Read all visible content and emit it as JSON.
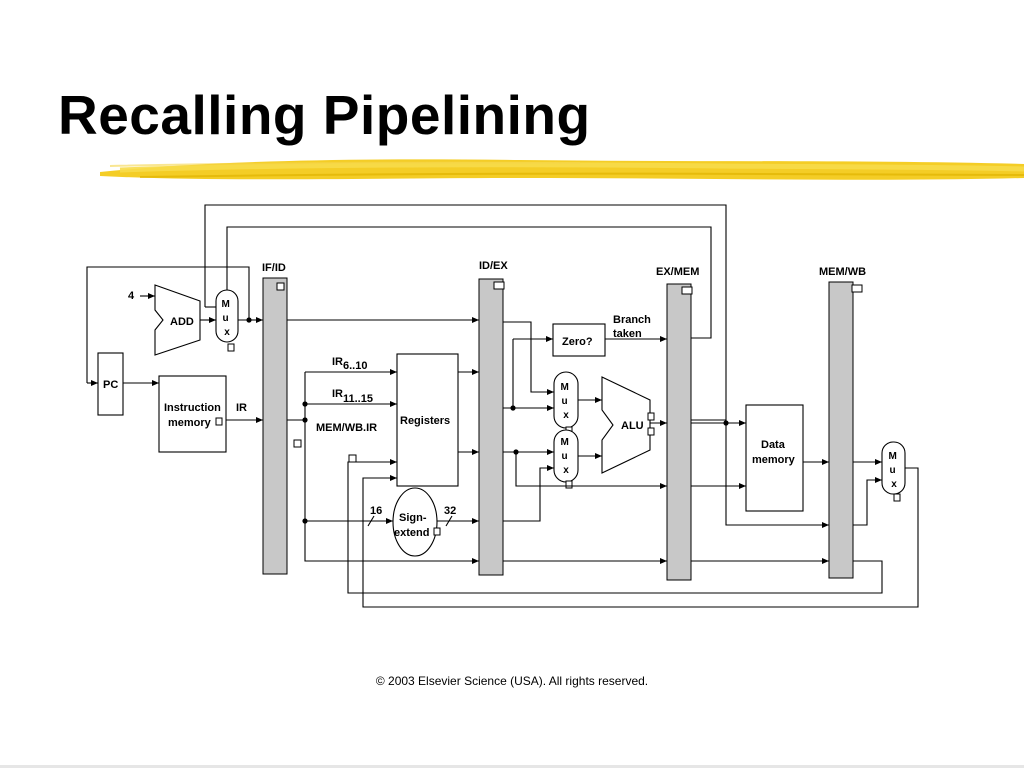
{
  "slide": {
    "title": "Recalling Pipelining",
    "copyright": "© 2003 Elsevier Science (USA). All rights reserved."
  },
  "colors": {
    "highlight": "#f2c400",
    "latch_fill": "#c8c8c8",
    "line": "#000000"
  },
  "diagram": {
    "latches": {
      "if_id": "IF/ID",
      "id_ex": "ID/EX",
      "ex_mem": "EX/MEM",
      "mem_wb": "MEM/WB"
    },
    "pc": "PC",
    "add": "ADD",
    "four": "4",
    "instruction_memory": [
      "Instruction",
      "memory"
    ],
    "ir": "IR",
    "registers": "Registers",
    "ir_6_10": {
      "base": "IR",
      "sub": "6..10"
    },
    "ir_11_15": {
      "base": "IR",
      "sub": "11..15"
    },
    "mem_wb_ir": "MEM/WB.IR",
    "sign_extend": [
      "Sign-",
      "extend"
    ],
    "width_in": "16",
    "width_out": "32",
    "zero_test": "Zero?",
    "branch_taken": [
      "Branch",
      "taken"
    ],
    "alu": "ALU",
    "data_memory": [
      "Data",
      "memory"
    ],
    "mux_letters": [
      "M",
      "u",
      "x"
    ]
  }
}
